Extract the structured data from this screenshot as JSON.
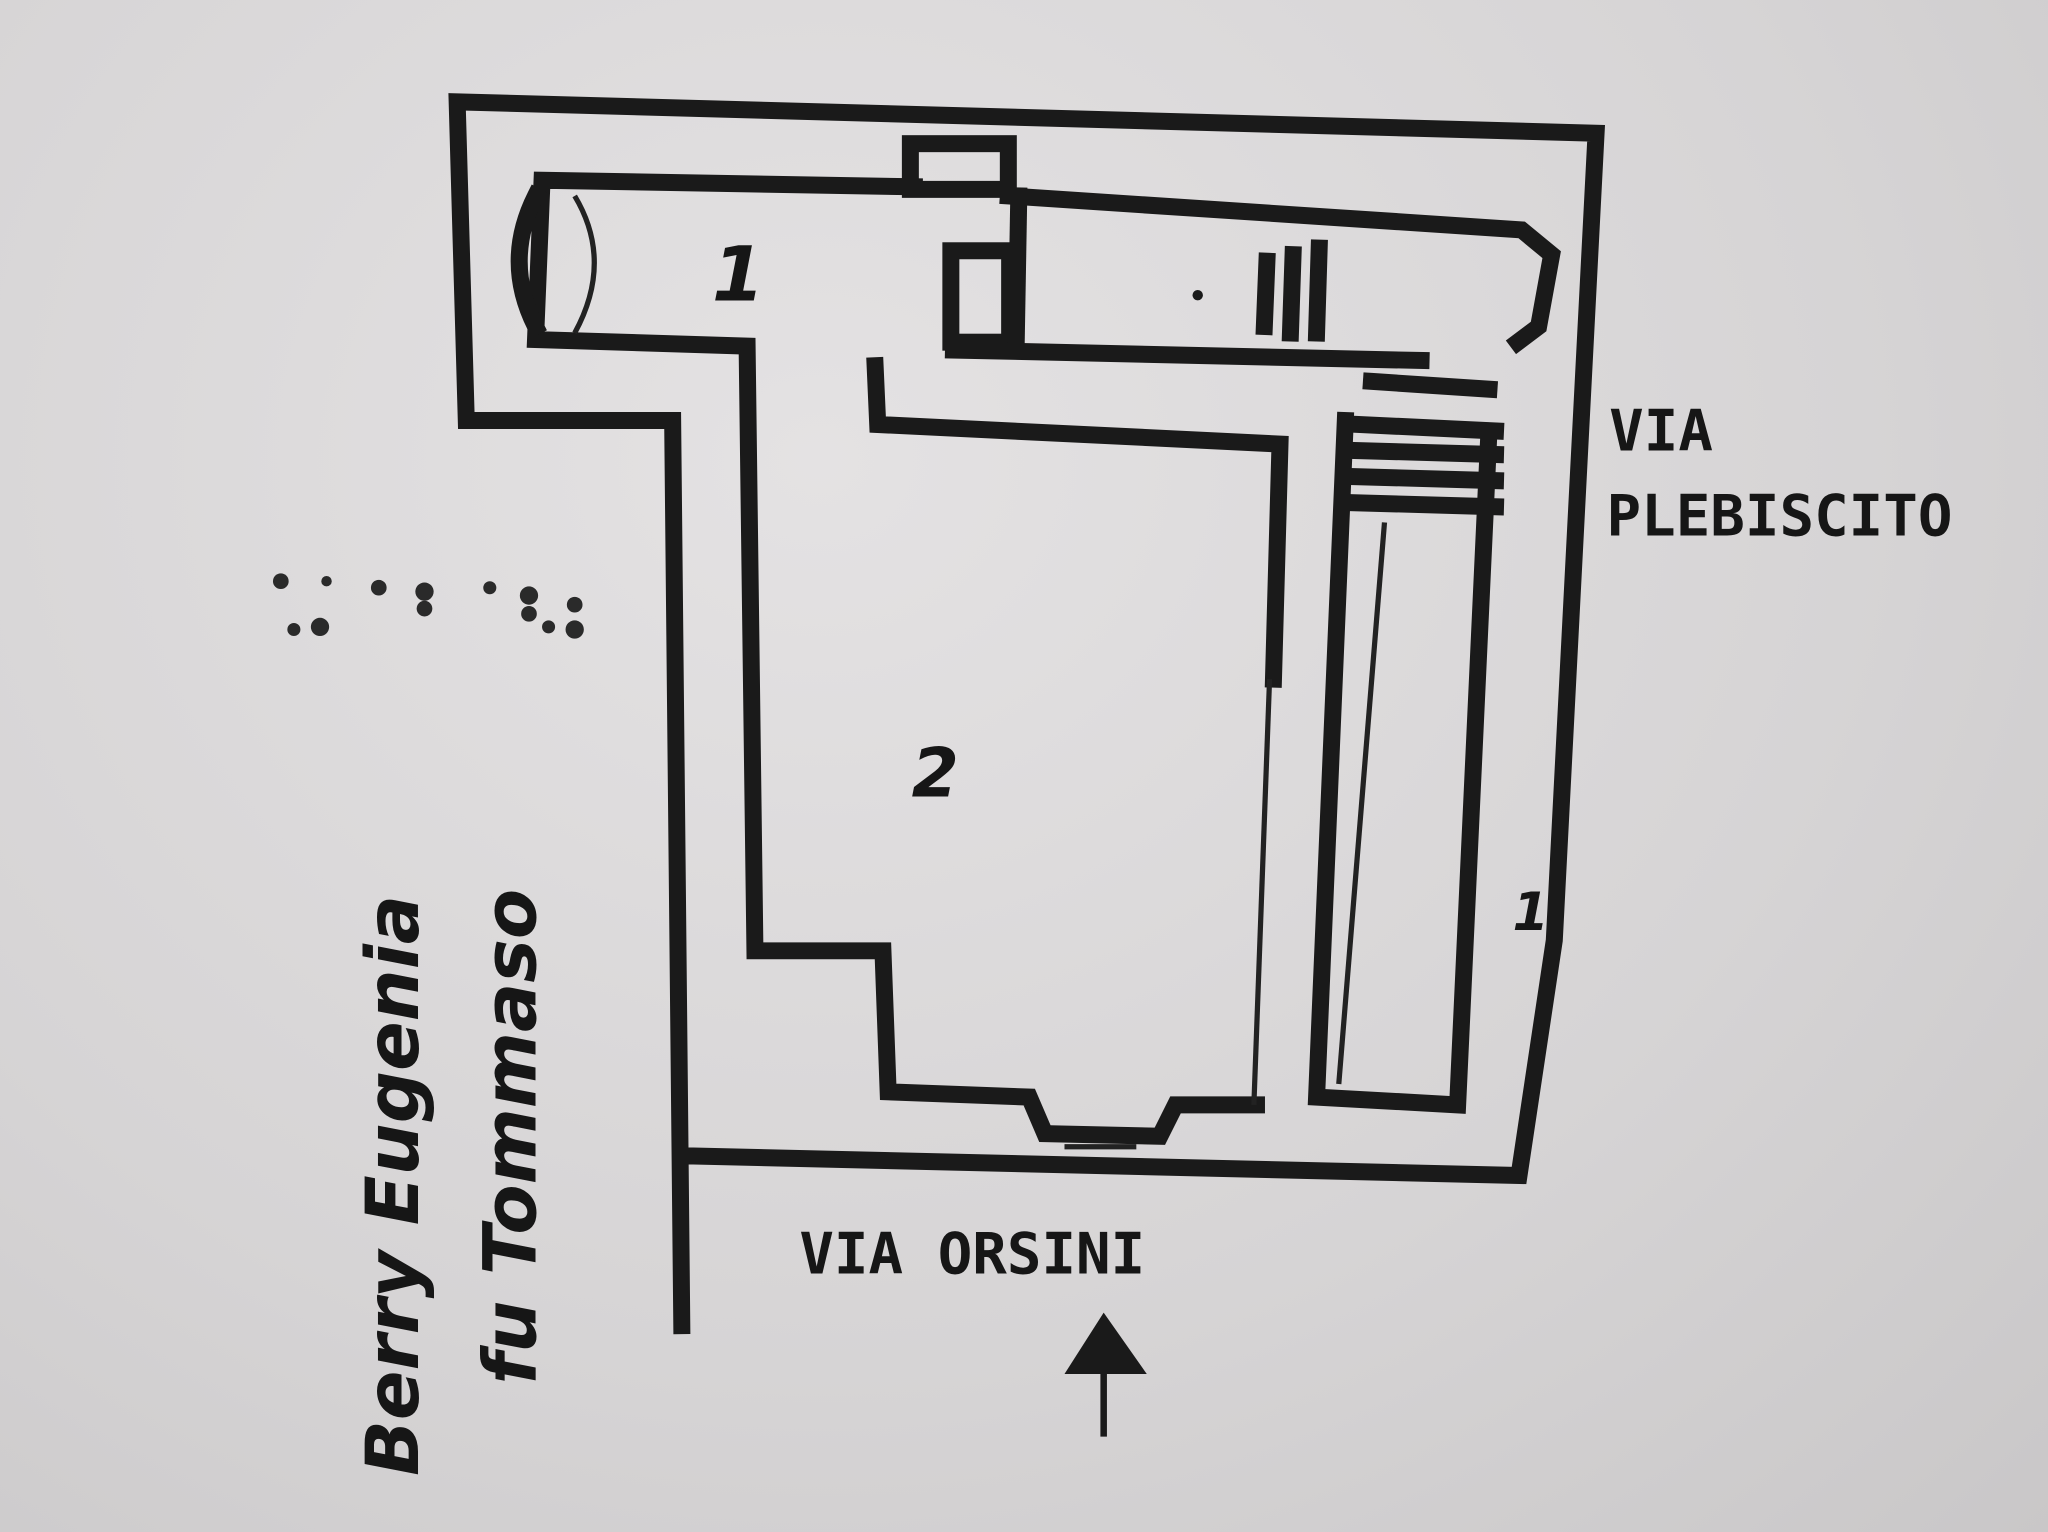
{
  "plan": {
    "street_right": [
      "VIA",
      "PLEBISCITO"
    ],
    "street_bottom": "VIA ORSINI",
    "room_labels": {
      "room_1": "1",
      "room_2": "2",
      "room_right": "1"
    },
    "owner": {
      "name": "Berry Eugenia",
      "father": "fu Tommaso"
    }
  },
  "colors": {
    "paper": "#d9d7d8",
    "ink": "#1a1a1a"
  }
}
